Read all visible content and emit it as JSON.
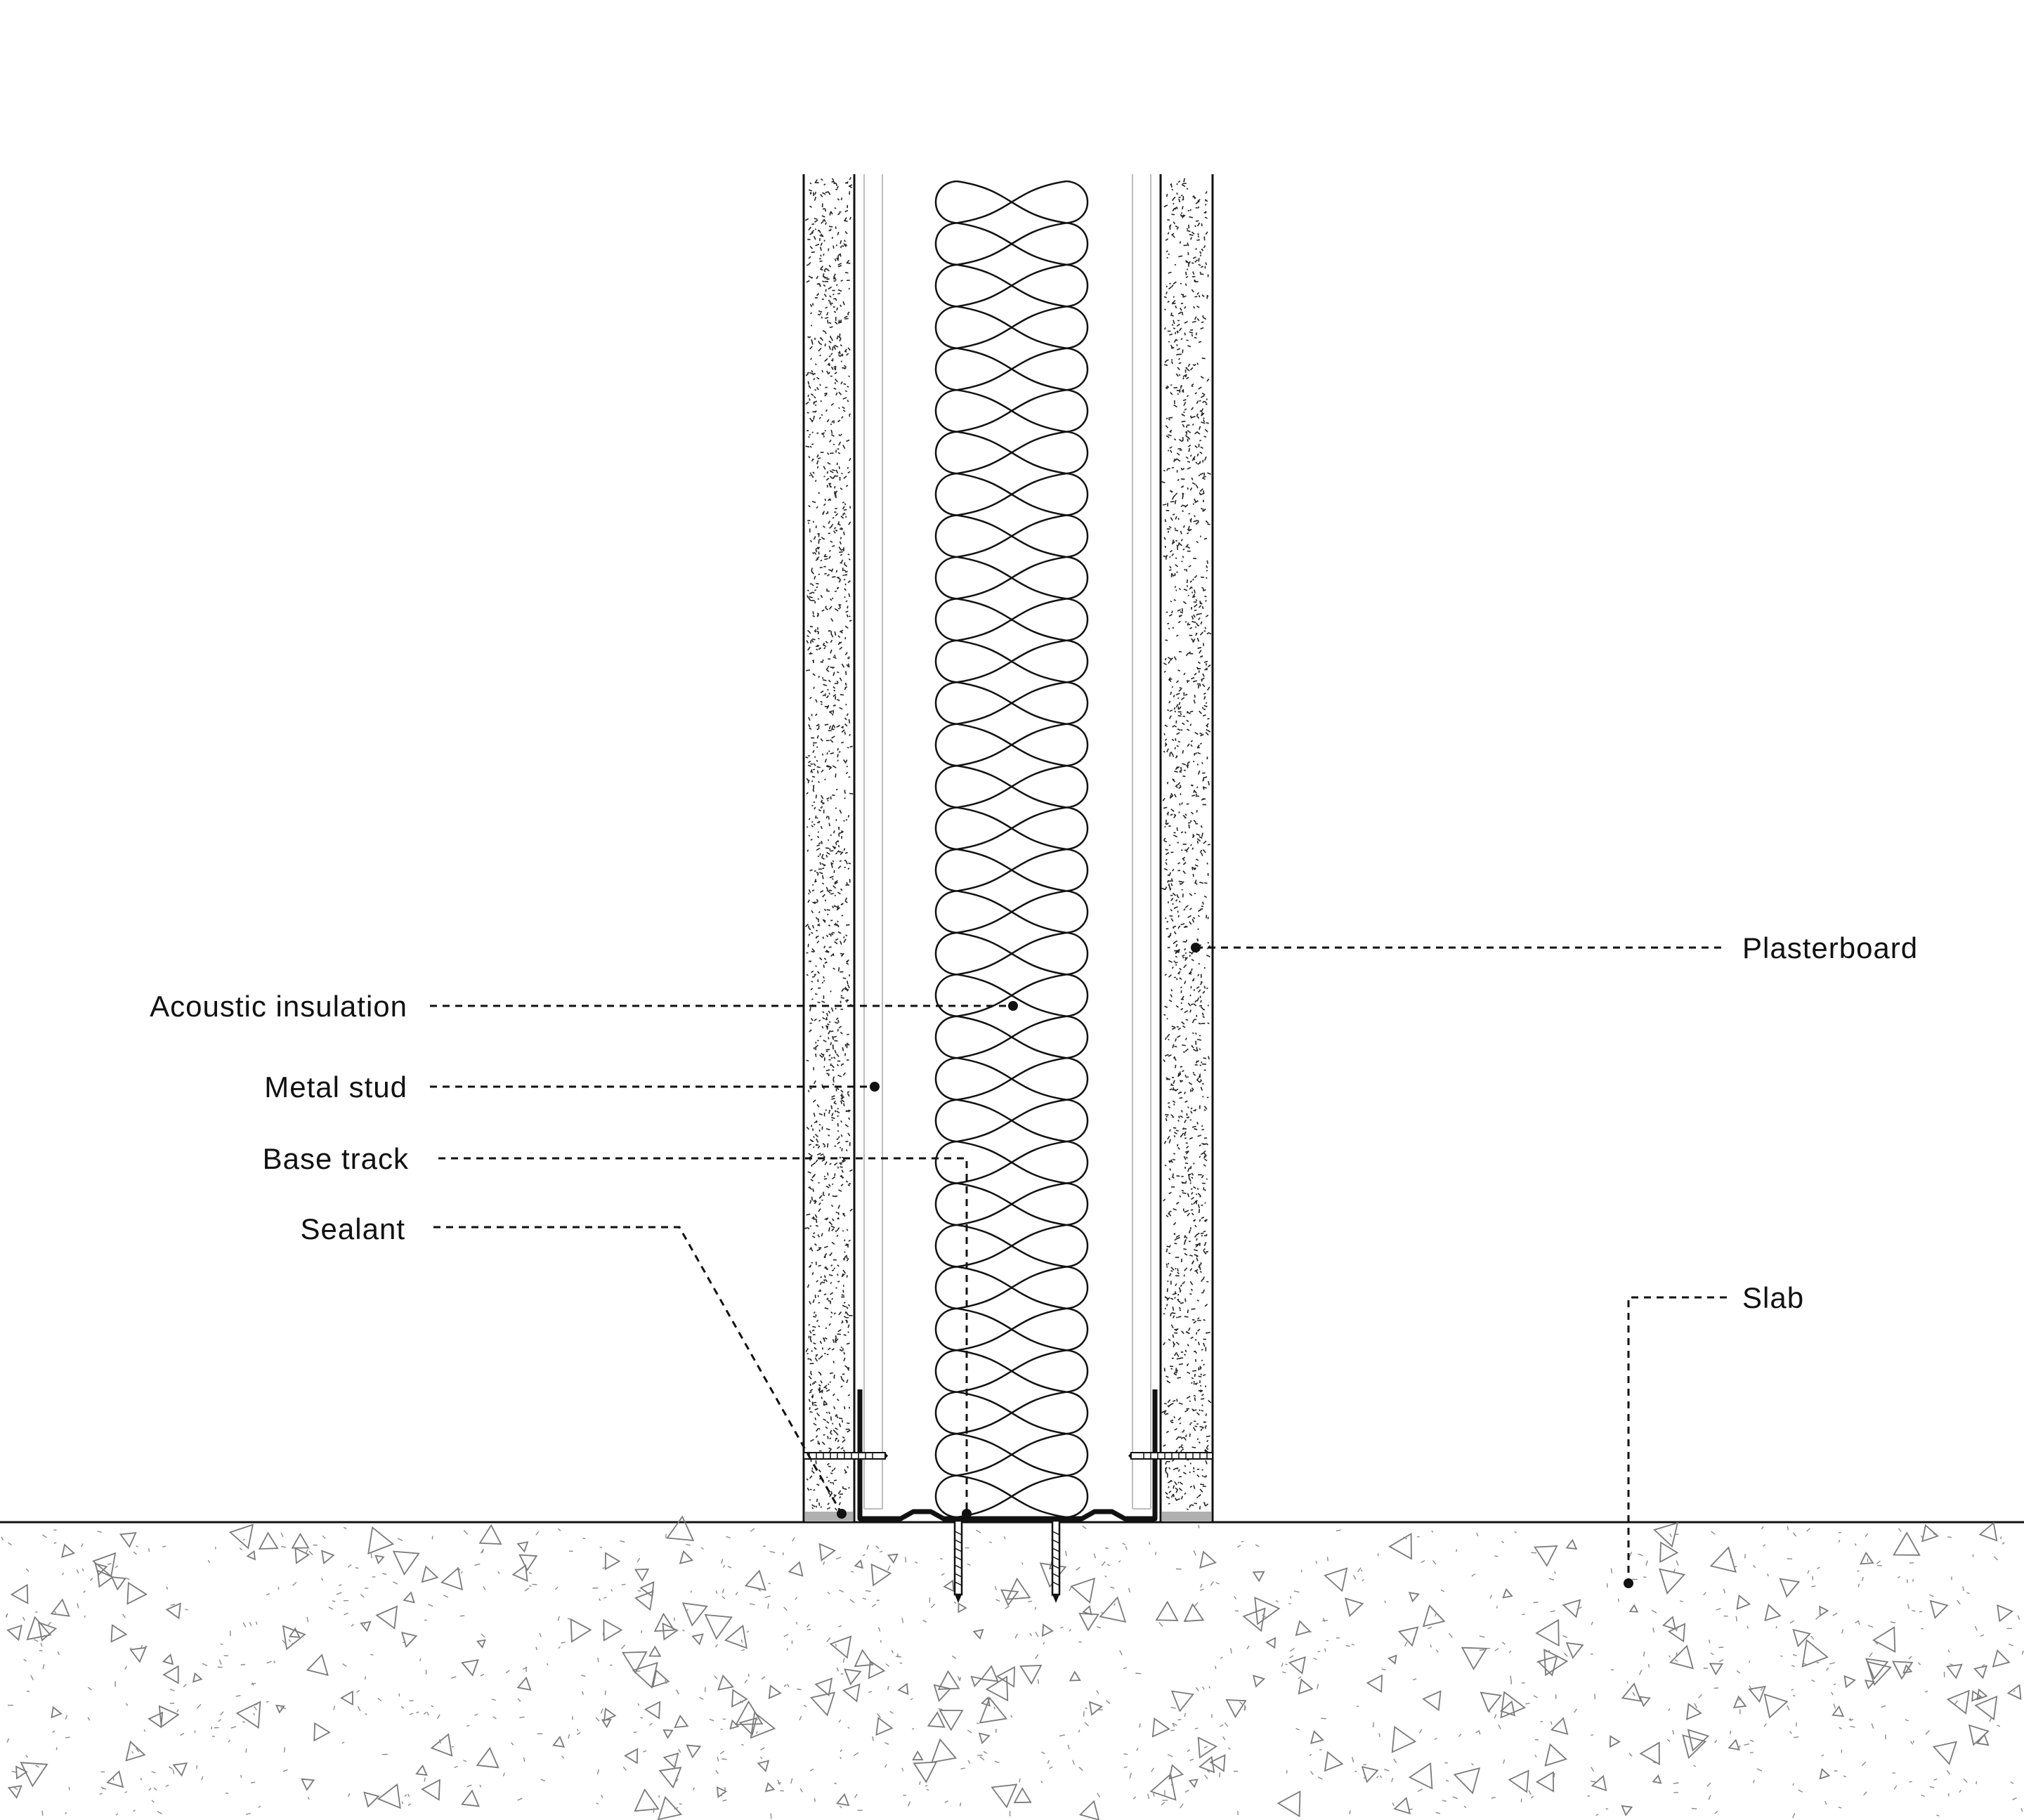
{
  "diagram": {
    "title": "",
    "labels": {
      "plasterboard": "Plasterboard",
      "acoustic_insulation": "Acoustic insulation",
      "metal_stud": "Metal stud",
      "base_track": "Base track",
      "sealant": "Sealant",
      "slab": "Slab"
    },
    "colors": {
      "line": "#111111",
      "stud_face": "#bdbdbd",
      "sealant": "#b0b0b0",
      "concrete_aggregate": "#7a7a7a",
      "background": "#ffffff"
    },
    "components": [
      "plasterboard-left",
      "plasterboard-right",
      "metal-stud-left",
      "metal-stud-right",
      "acoustic-insulation",
      "base-track",
      "sealant-left",
      "sealant-right",
      "wall-screws",
      "floor-fixings",
      "concrete-slab"
    ]
  }
}
